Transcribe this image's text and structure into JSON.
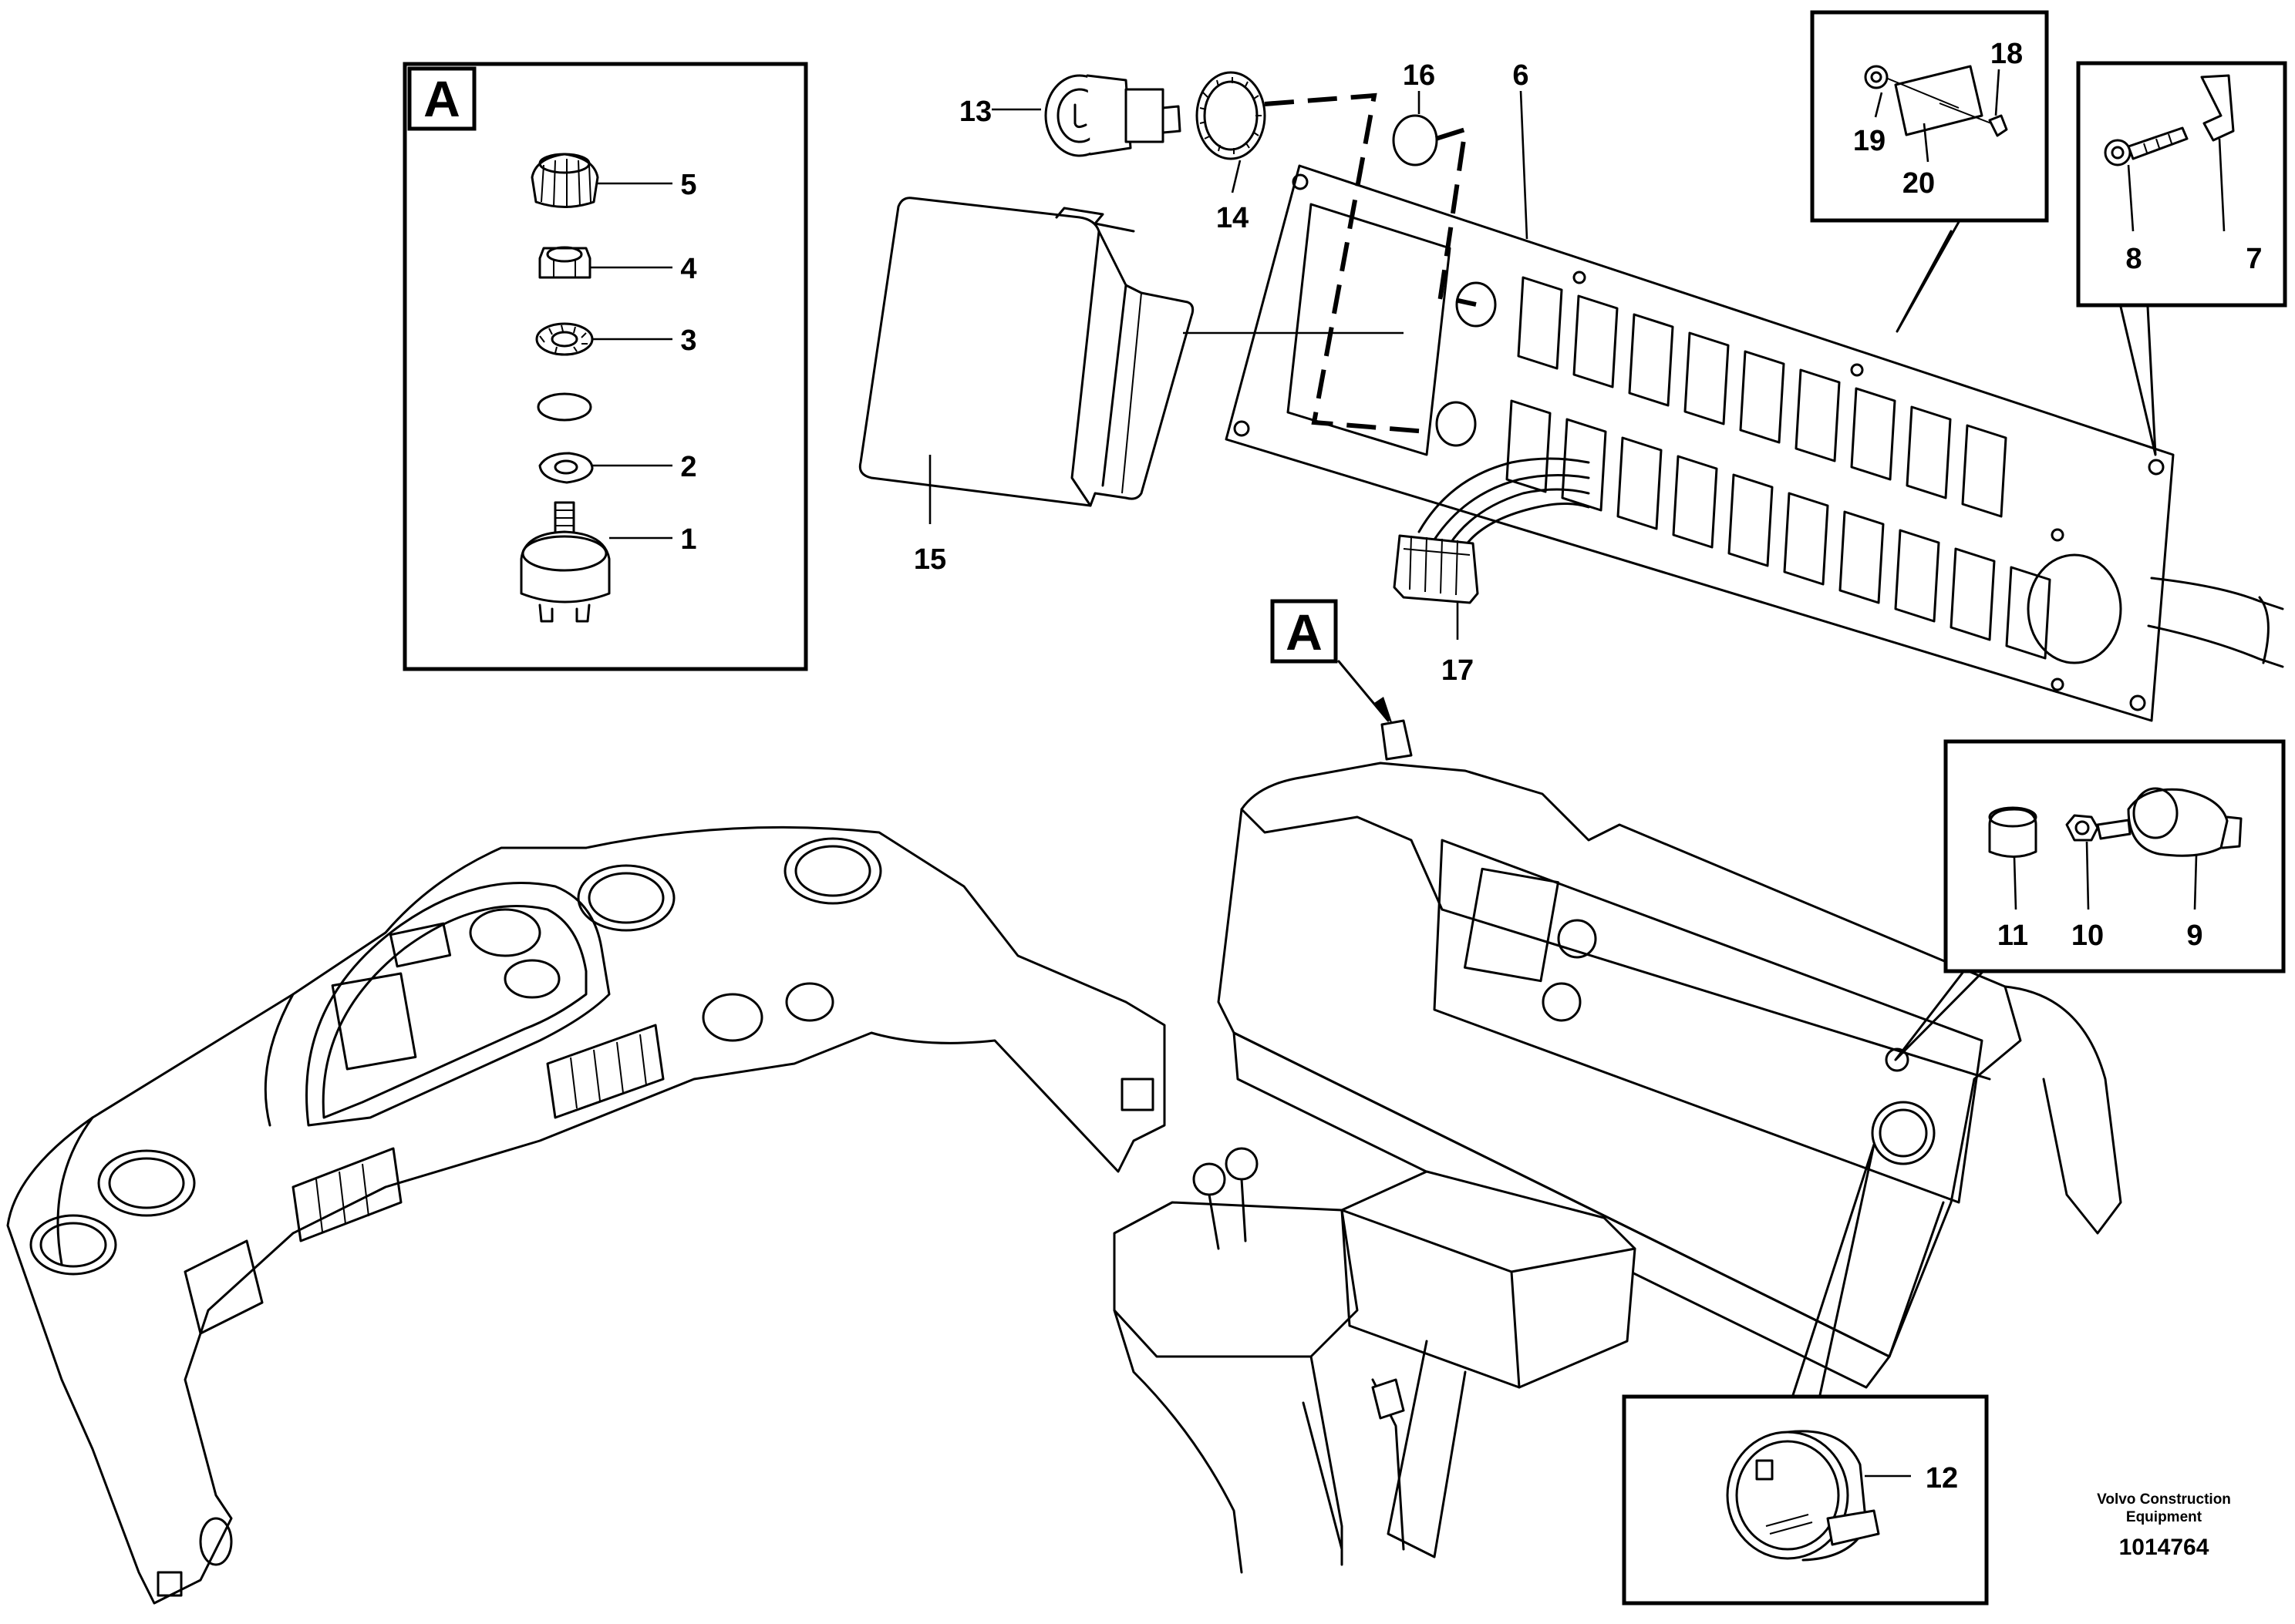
{
  "detail_box": {
    "letter": "A"
  },
  "callout_box": {
    "letter": "A"
  },
  "parts": [
    {
      "id": "1",
      "label": "1"
    },
    {
      "id": "2",
      "label": "2"
    },
    {
      "id": "3",
      "label": "3"
    },
    {
      "id": "4",
      "label": "4"
    },
    {
      "id": "5",
      "label": "5"
    },
    {
      "id": "6",
      "label": "6"
    },
    {
      "id": "7",
      "label": "7"
    },
    {
      "id": "8",
      "label": "8"
    },
    {
      "id": "9",
      "label": "9"
    },
    {
      "id": "10",
      "label": "10"
    },
    {
      "id": "11",
      "label": "11"
    },
    {
      "id": "12",
      "label": "12"
    },
    {
      "id": "13",
      "label": "13"
    },
    {
      "id": "14",
      "label": "14"
    },
    {
      "id": "15",
      "label": "15"
    },
    {
      "id": "16",
      "label": "16"
    },
    {
      "id": "17",
      "label": "17"
    },
    {
      "id": "18",
      "label": "18"
    },
    {
      "id": "19",
      "label": "19"
    },
    {
      "id": "20",
      "label": "20"
    }
  ],
  "credit": {
    "line1": "Volvo Construction",
    "line2": "Equipment"
  },
  "drawing_number": "1014764"
}
